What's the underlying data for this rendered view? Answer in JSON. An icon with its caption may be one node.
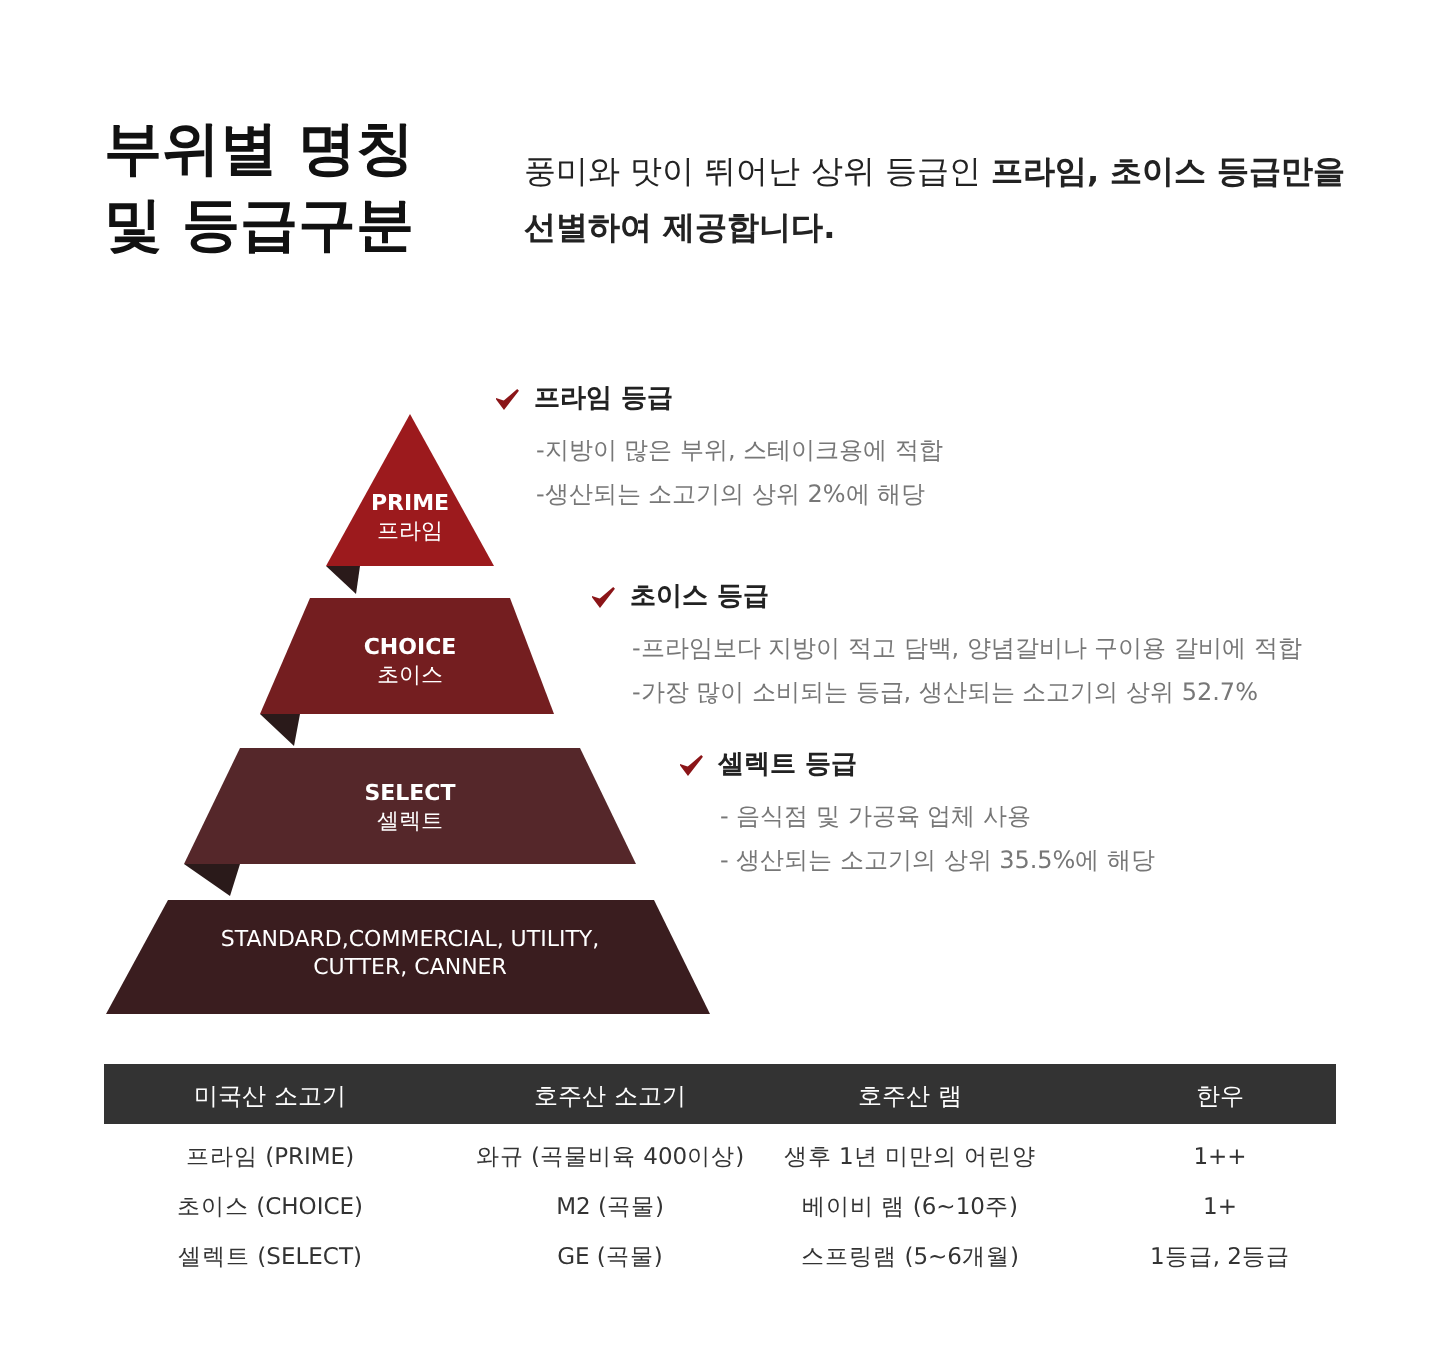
{
  "diagram": {
    "title": "부위별 명칭 및 등급구분",
    "nodes": [
      {
        "text": [
          "PRIME",
          "프라임"
        ],
        "beside": [
          "프라임 등급",
          "-지방이 많은 부위, 스테이크용에 적합",
          "-생산되는 소고기의 상위 2%에 해당"
        ]
      },
      {
        "text": [
          "CHOICE",
          "초이스"
        ],
        "beside": [
          "초이스 등급",
          "-프라임보다 지방이 적고 담백, 양념갈비나 구이용 갈비에 적합",
          "-가장 많이 소비되는 등급, 생산되는 소고기의 상위 52.7%"
        ]
      },
      {
        "text": [
          "SELECT",
          "셀렉트"
        ],
        "beside": [
          "셀렉트 등급",
          "- 음식점 및 가공육 업체 사용",
          "- 생산되는 소고기의 상위 35.5%에 해당"
        ]
      },
      {
        "text": [
          "STANDARD,COMMERCIAL, UTILITY, CUTTER, CANNER"
        ]
      }
    ],
    "edges": [],
    "labels": [
      "풍미와 맛이 뛰어난 상위 등급인 **프라임, 초이스 등급만을 선별하여 제공합니다.**",
      "미국산 소고기",
      "호주산 소고기",
      "호주산 램",
      "한우",
      "프라임 (PRIME)",
      "와규 (곡물비육 400이상)",
      "생후 1년 미만의 어린양",
      "1++",
      "초이스 (CHOICE)",
      "M2 (곡물)",
      "베이비 램 (6~10주)",
      "1+",
      "셀렉트 (SELECT)",
      "GE (곡물)",
      "스프링램 (5~6개월)",
      "1등급, 2등급"
    ]
  }
}
